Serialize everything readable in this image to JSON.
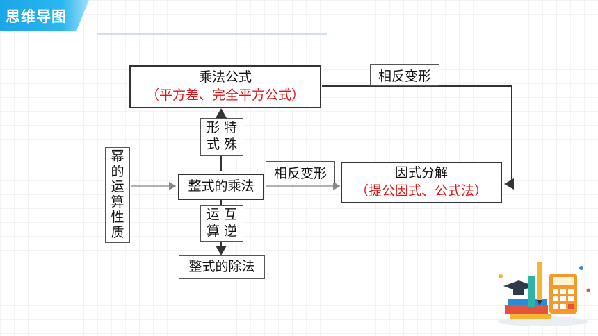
{
  "header": {
    "title": "思维导图"
  },
  "nodes": {
    "multiplication_formula": {
      "title": "乘法公式",
      "subtitle": "（平方差、完全平方公式）"
    },
    "factorization": {
      "title": "因式分解",
      "subtitle": "（提公因式、公式法）"
    },
    "integral_multiplication": {
      "title": "整式的乘法"
    },
    "integral_division": {
      "title": "整式的除法"
    },
    "power_rules": {
      "chars": [
        "幂",
        "的",
        "运",
        "算",
        "性",
        "质"
      ]
    }
  },
  "edge_labels": {
    "inverse_top": "相反变形",
    "inverse_middle": "相反变形",
    "special_form_left": [
      "形",
      "式"
    ],
    "special_form_right": [
      "特",
      "殊"
    ],
    "inverse_op_left": [
      "运",
      "算"
    ],
    "inverse_op_right": [
      "互",
      "逆"
    ]
  },
  "colors": {
    "accent": "#1aa6e8",
    "highlight": "#e01414",
    "line": "#333333"
  }
}
